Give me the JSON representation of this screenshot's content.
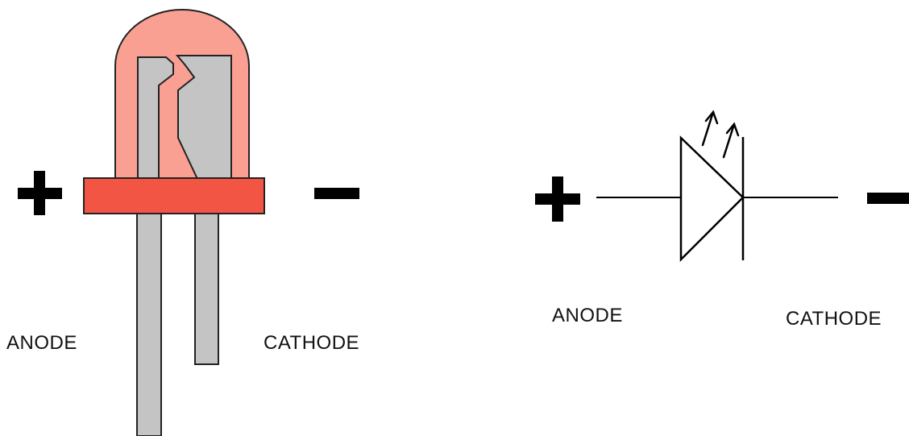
{
  "led_drawing": {
    "plus_sign": "+",
    "minus_sign": "−",
    "anode_label": "ANODE",
    "cathode_label": "CATHODE",
    "colors": {
      "lens": "#f9a093",
      "lens_outline": "#222222",
      "flange": "#f25543",
      "lead": "#c4c4c4"
    }
  },
  "schematic": {
    "plus_sign": "+",
    "minus_sign": "−",
    "anode_label": "ANODE",
    "cathode_label": "CATHODE",
    "symbol": "led-diode-symbol"
  }
}
